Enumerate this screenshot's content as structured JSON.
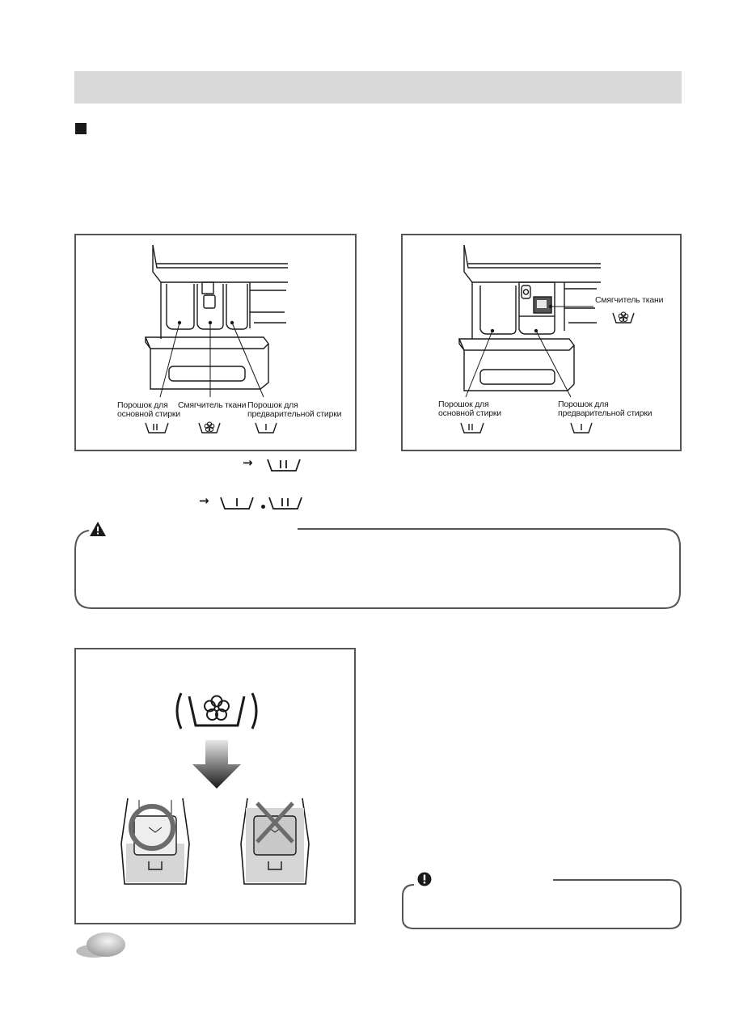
{
  "figure_left": {
    "label_main_wash": "Порошок для основной стирки",
    "label_main_wash_line1": "Порошок для",
    "label_main_wash_line2": "основной стирки",
    "label_softener": "Смягчитель ткани",
    "label_prewash_line1": "Порошок для",
    "label_prewash_line2": "предварительной стирки"
  },
  "figure_right": {
    "label_softener": "Смягчитель ткани",
    "label_main_wash_line1": "Порошок для",
    "label_main_wash_line2": "основной стирки",
    "label_prewash_line1": "Порошок для",
    "label_prewash_line2": "предварительной стирки"
  },
  "icons": {
    "main_wash_icon": "main-wash-compartment-icon",
    "prewash_icon": "prewash-compartment-icon",
    "softener_icon": "softener-flower-icon",
    "arrow": "→",
    "separator": "·"
  },
  "colors": {
    "header_bar": "#d9d9d9",
    "panel_border": "#555555",
    "ok_circle": "#6b6b6b",
    "fill_zone": "#d6d6d6"
  }
}
